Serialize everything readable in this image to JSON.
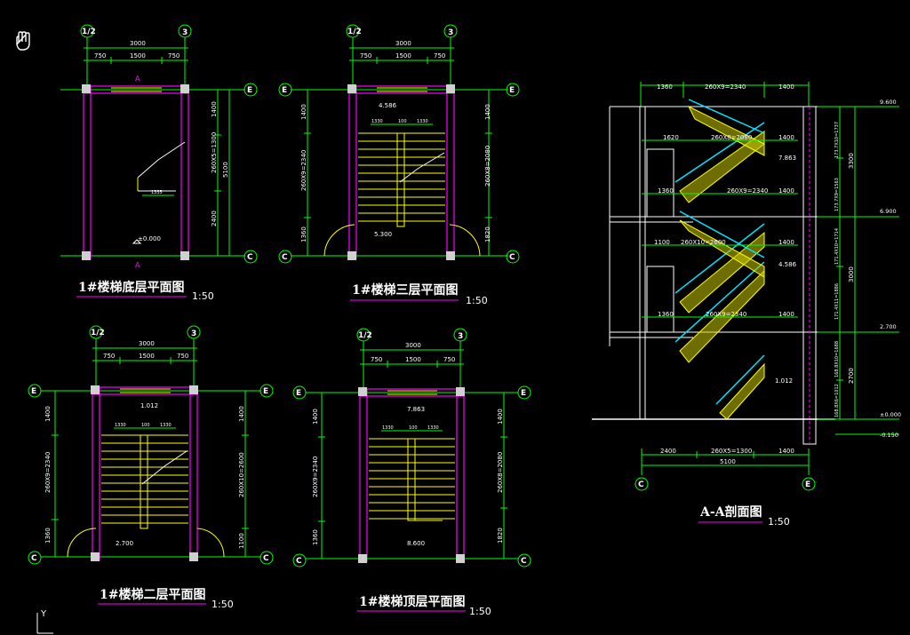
{
  "colors": {
    "background": "#000000",
    "dimension": "#00ff00",
    "wall": "#ff00ff",
    "stair": "#ffff00",
    "rail": "#00e5ff",
    "text": "#ffffff"
  },
  "icons": {
    "cursor": "hand-pan-icon",
    "ucs": "ucs-y-axis-icon"
  },
  "ucs_label": "Y",
  "axes": {
    "half2": "1/2",
    "three": "3",
    "E": "E",
    "C": "C"
  },
  "plan_dims": {
    "width_total": "3000",
    "seg1": "750",
    "seg2": "1500",
    "seg3": "750",
    "depth_total": "5100",
    "top_landing": "1400",
    "flight_2600": "260X5=1300",
    "bottom_2400": "2400",
    "flight_3fl": "260X9=2340",
    "flight_3fr": "260X8=2080",
    "bottom_1360": "1360",
    "bottom_1820": "1820",
    "flight_2fr": "260X10=2600",
    "bottom_1100": "1100",
    "tread": "1330",
    "gap": "100",
    "tread2": "1330",
    "run_1335": "1335"
  },
  "plans": [
    {
      "title": "1#楼梯底层平面图",
      "scale": "1:50",
      "level": "±0.000",
      "section_mark": "A"
    },
    {
      "title": "1#楼梯三层平面图",
      "scale": "1:50",
      "level_top": "4.586",
      "level_bottom": "5.300"
    },
    {
      "title": "1#楼梯二层平面图",
      "scale": "1:50",
      "level_top": "1.012",
      "level_bottom": "2.700"
    },
    {
      "title": "1#楼梯顶层平面图",
      "scale": "1:50",
      "level_top": "7.863",
      "level_bottom": "8.600"
    }
  ],
  "section": {
    "title": "A-A剖面图",
    "scale": "1:50",
    "top_dims": [
      "1360",
      "260X9=2340",
      "1400"
    ],
    "inner_dims": [
      {
        "a": "1620",
        "b": "260X8=2080",
        "c": "1400"
      },
      {
        "a": "1360",
        "b": "260X9=2340",
        "c": "1400"
      },
      {
        "a": "1100",
        "b": "260X10=2600",
        "c": "1400"
      },
      {
        "a": "1360",
        "b": "260X9=2340",
        "c": "1400"
      }
    ],
    "bottom_dims": [
      "2400",
      "260X5=1300",
      "1400"
    ],
    "bottom_total": "5100",
    "landing_levels": [
      "7.863",
      "4.586",
      "1.012"
    ],
    "levels": [
      "9.600",
      "6.900",
      "2.700",
      "±0.000",
      "-0.150"
    ],
    "right_dims": [
      "173.7X10=1737",
      "173.7X9=1563",
      "171.4X10=1714",
      "171.4X11=1886",
      "168.8X10=1688",
      "168.8X6=1012"
    ],
    "right_totals": [
      "3300",
      "3000",
      "2700"
    ]
  }
}
